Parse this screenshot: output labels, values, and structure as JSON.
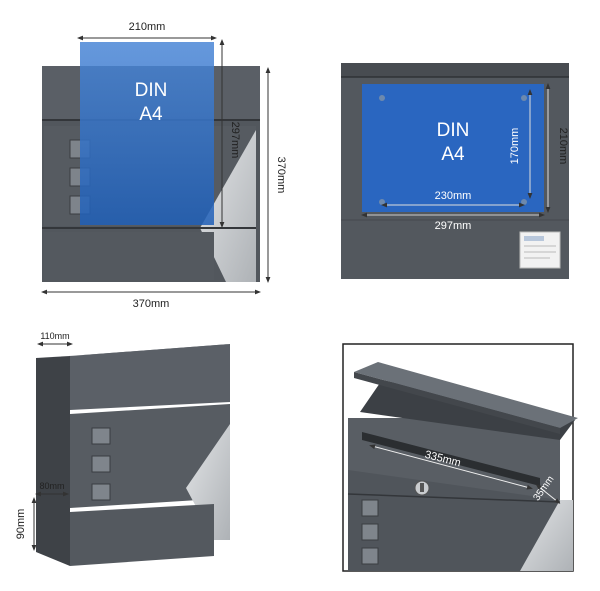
{
  "front": {
    "paper_line1": "DIN",
    "paper_line2": "A4",
    "width_paper": "210mm",
    "height_paper": "297mm",
    "height_box": "370mm",
    "width_box": "370mm"
  },
  "back": {
    "paper_line1": "DIN",
    "paper_line2": "A4",
    "height_inner": "170mm",
    "height_outer": "210mm",
    "width_inner": "230mm",
    "width_outer": "297mm"
  },
  "side": {
    "depth": "110mm",
    "compartment_depth": "80mm",
    "compartment_height": "90mm"
  },
  "open": {
    "slot_width": "335mm",
    "slot_depth": "35mm"
  },
  "colors": {
    "box": "#52575d",
    "box_dark": "#3f4348",
    "box_light": "#646a71",
    "paper": "#1f5fb8",
    "steel": "#c9cccf",
    "dim_line": "#333333"
  }
}
